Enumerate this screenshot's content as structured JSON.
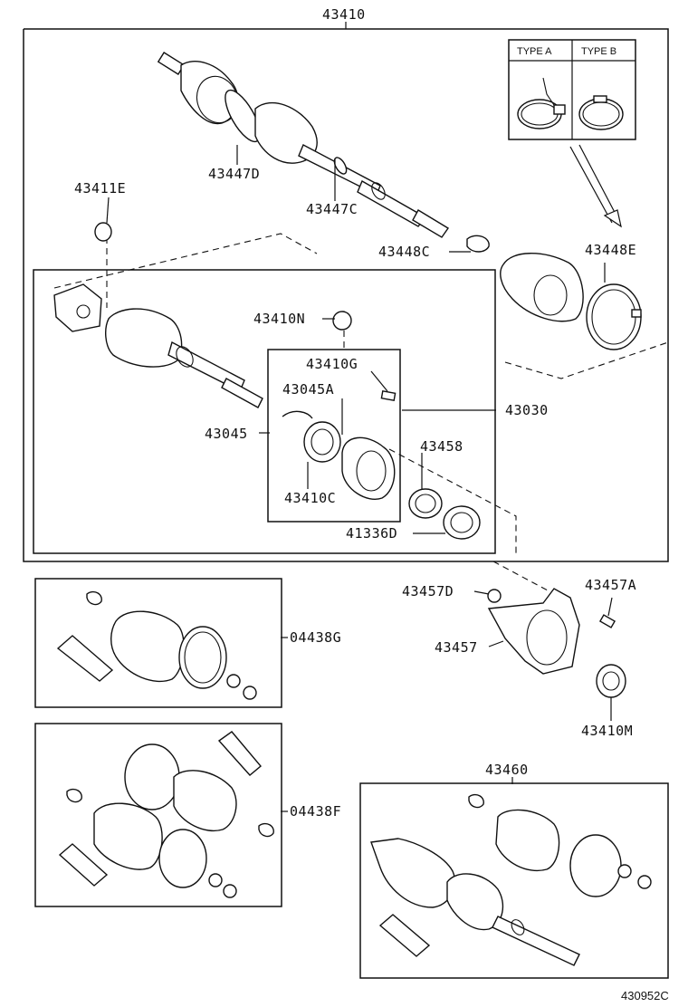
{
  "labels": {
    "l43410": "43410",
    "l43447D": "43447D",
    "l43447C": "43447C",
    "l43411E": "43411E",
    "l43448C": "43448C",
    "l43448E": "43448E",
    "l43410N": "43410N",
    "l43410G": "43410G",
    "l43045A": "43045A",
    "l43045": "43045",
    "l43030": "43030",
    "l43458": "43458",
    "l43410C": "43410C",
    "l41336D": "41336D",
    "l43457D": "43457D",
    "l43457A": "43457A",
    "l43457": "43457",
    "l43410M": "43410M",
    "l04438G": "04438G",
    "l04438F": "04438F",
    "l43460": "43460"
  },
  "clamp_types": {
    "type_a": "TYPE A",
    "type_b": "TYPE B"
  },
  "reference": "430952C"
}
